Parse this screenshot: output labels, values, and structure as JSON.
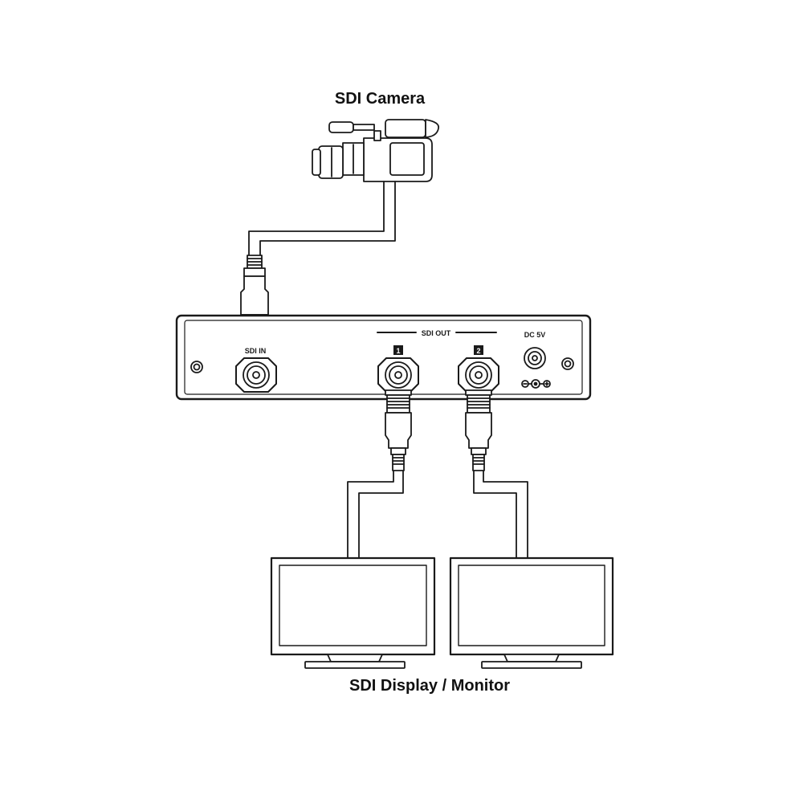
{
  "labels": {
    "camera": "SDI Camera",
    "display": "SDI Display / Monitor",
    "sdi_in": "SDI IN",
    "sdi_out": "SDI OUT",
    "port1": "1",
    "port2": "2",
    "dc": "DC 5V"
  },
  "colors": {
    "stroke": "#1a1a1a",
    "fill": "#ffffff",
    "panel_fill": "#ffffff"
  },
  "icons": [
    "video-camera-icon",
    "bnc-connector-icon",
    "monitor-icon",
    "dc-power-jack-icon",
    "polarity-symbol-icon",
    "screw-icon"
  ]
}
